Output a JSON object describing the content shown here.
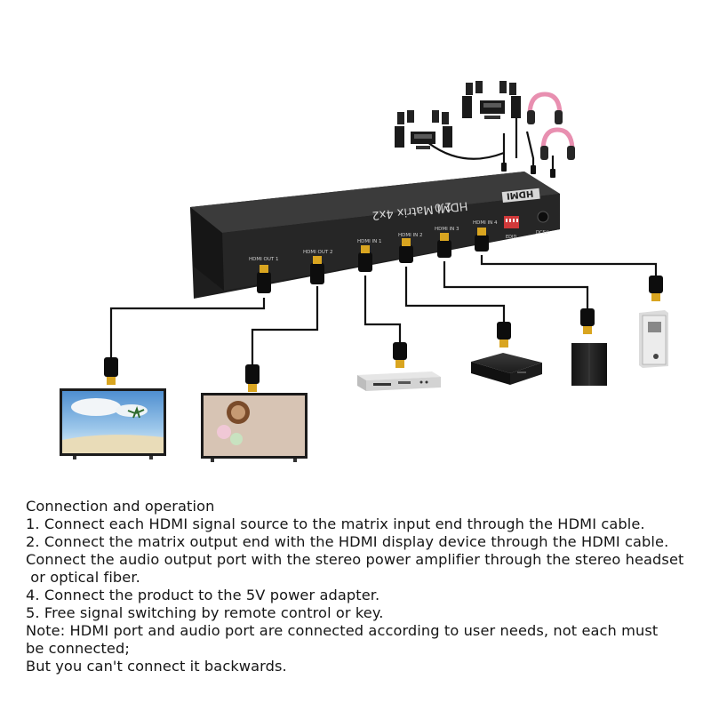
{
  "device": {
    "brand": "HDMI",
    "version": "2.0",
    "model": "HDMI Matrix 4x2",
    "edid_label": "EDID",
    "power_label": "DC5V",
    "ports": {
      "out1": "HDMI OUT 1",
      "out2": "HDMI OUT 2",
      "in1": "HDMI IN 1",
      "in2": "HDMI IN 2",
      "in3": "HDMI IN 3",
      "in4": "HDMI IN 4"
    }
  },
  "peripherals": {
    "tv1": "display-tv-sky",
    "tv2": "display-tv-coffee",
    "dvd": "dvd-player",
    "box": "set-top-box",
    "console": "game-console",
    "pc": "computer-tower",
    "speakers": "stereo-speakers",
    "headphones": "headphones"
  },
  "instructions": {
    "title": "Connection and operation",
    "lines": [
      "1. Connect each HDMI signal source to the matrix input end through the HDMI cable.",
      "2. Connect the matrix output end with the HDMI display device through the HDMI cable.",
      "Connect the audio output port with the stereo power amplifier through the stereo headset",
      " or optical fiber.",
      "4. Connect the product to the 5V power adapter.",
      "5. Free signal switching by remote control or key.",
      "Note: HDMI port and audio port are connected according to user needs, not each must",
      "be connected;",
      "But you can't connect it backwards."
    ]
  },
  "colors": {
    "device_body": "#2a2a2a",
    "cable": "#111111",
    "connector_gold": "#d9a520",
    "headphone_pink": "#e88fb0"
  }
}
